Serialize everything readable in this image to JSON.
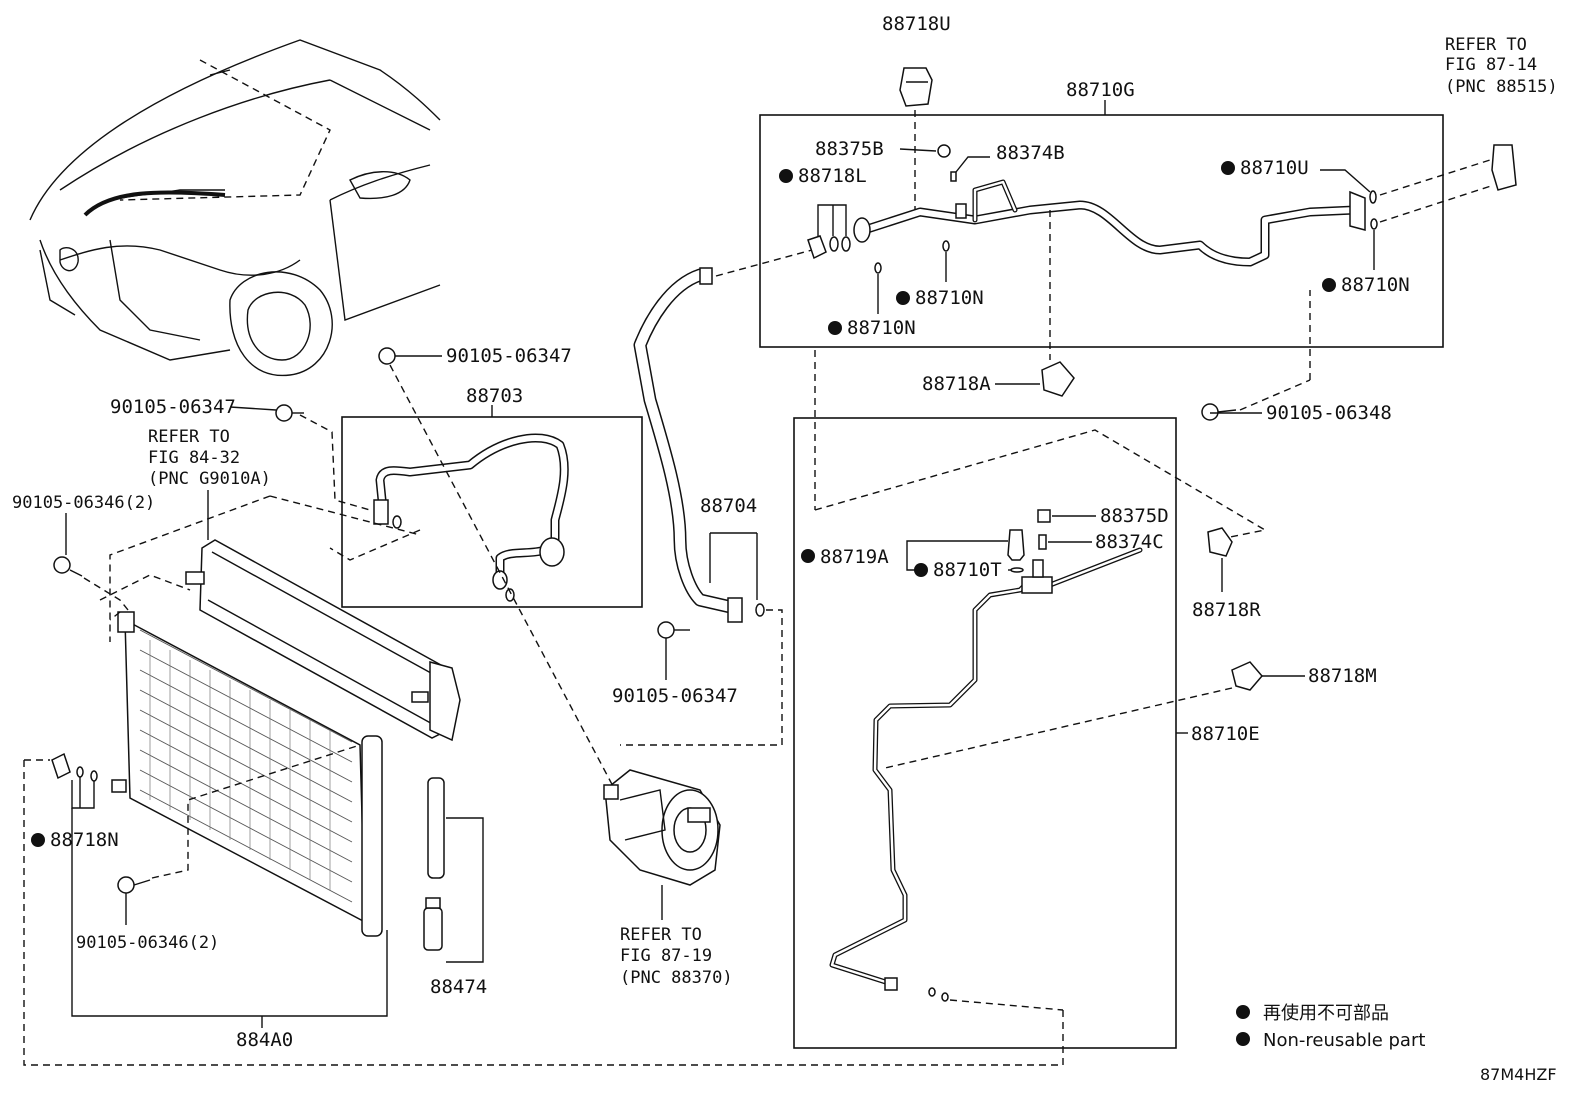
{
  "labels": {
    "p88718U": "88718U",
    "p88710G": "88710G",
    "p88375B": "88375B",
    "p88374B": "88374B",
    "p88718L": "88718L",
    "p88710U": "88710U",
    "p88710N_a": "88710N",
    "p88710N_b": "88710N",
    "p88710N_c": "88710N",
    "p88718A": "88718A",
    "p90105_06348": "90105-06348",
    "p90105_06347_top": "90105-06347",
    "p90105_06347_left": "90105-06347",
    "p90105_06347_mid": "90105-06347",
    "p88703": "88703",
    "p88704": "88704",
    "p90105_06346_top": "90105-06346(2)",
    "p90105_06346_bot": "90105-06346(2)",
    "p88375D": "88375D",
    "p88374C": "88374C",
    "p88719A": "88719A",
    "p88710T": "88710T",
    "p88718R": "88718R",
    "p88718M": "88718M",
    "p88710E": "88710E",
    "p88718N": "88718N",
    "p88474": "88474",
    "p884A0": "884A0"
  },
  "refs": {
    "top_right": [
      "REFER TO",
      "FIG 87-14",
      "(PNC 88515)"
    ],
    "left": [
      "REFER TO",
      "FIG 84-32",
      "(PNC G9010A)"
    ],
    "bottom": [
      "REFER TO",
      "FIG 87-19",
      "(PNC 88370)"
    ]
  },
  "legend": {
    "japanese": "再使用不可部品",
    "english": "Non-reusable part"
  },
  "figure_code": "87M4HZF"
}
